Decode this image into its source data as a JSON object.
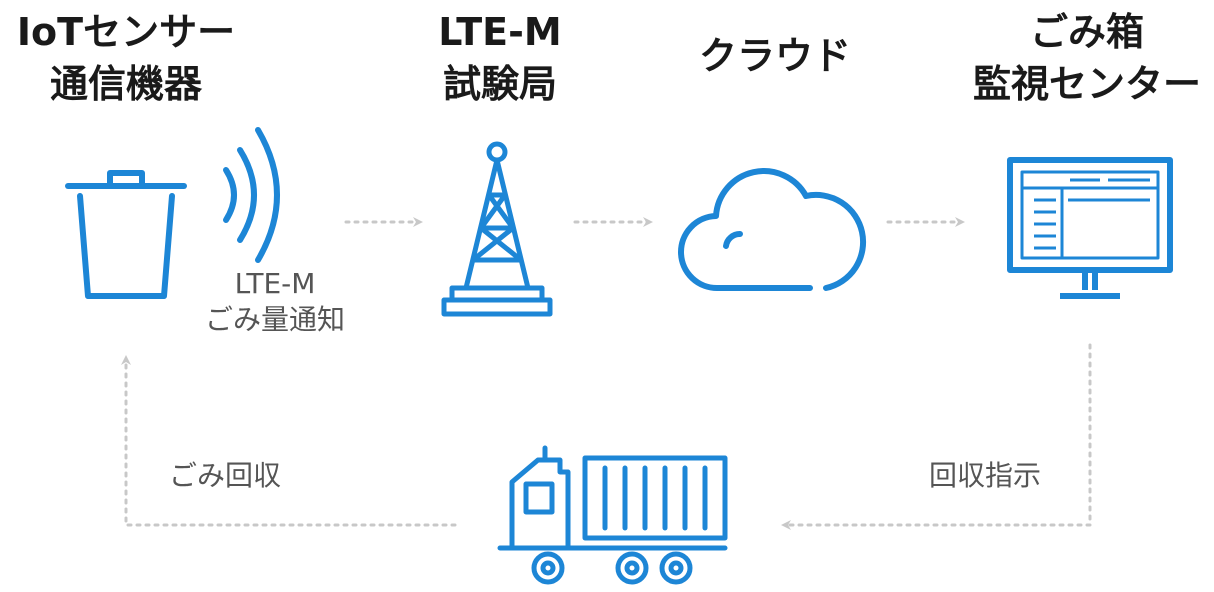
{
  "nodes": {
    "iot": {
      "line1": "IoTセンサー",
      "line2": "通信機器"
    },
    "lte_station": {
      "line1": "LTE-M",
      "line2": "試験局"
    },
    "cloud": {
      "line1": "クラウド"
    },
    "center": {
      "line1": "ごみ箱",
      "line2": "監視センター"
    }
  },
  "edges": {
    "lte_notify": {
      "line1": "LTE-M",
      "line2": "ごみ量通知"
    },
    "collect_instruction": "回収指示",
    "garbage_collection": "ごみ回収"
  },
  "colors": {
    "icon": "#1d86d6",
    "arrow": "#c8c8c8",
    "title": "#1a1a1a",
    "label": "#555555"
  }
}
